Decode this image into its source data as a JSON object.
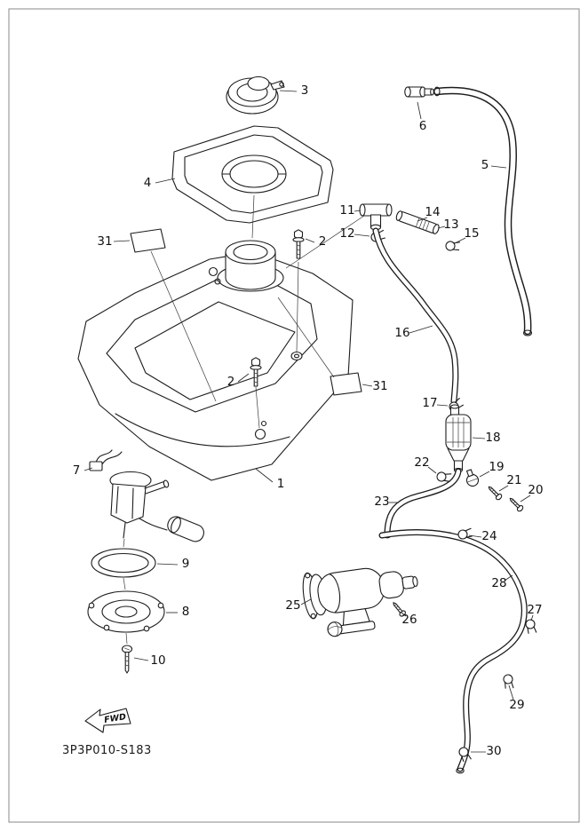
{
  "diagram": {
    "code": "3P3P010-S183",
    "fwd_label": "FWD"
  },
  "callouts": {
    "n1": "1",
    "n2": "2",
    "n3": "3",
    "n4": "4",
    "n5": "5",
    "n6": "6",
    "n7": "7",
    "n8": "8",
    "n9": "9",
    "n10": "10",
    "n11": "11",
    "n12": "12",
    "n13": "13",
    "n14": "14",
    "n15": "15",
    "n16": "16",
    "n17": "17",
    "n18": "18",
    "n19": "19",
    "n20": "20",
    "n21": "21",
    "n22": "22",
    "n23": "23",
    "n24": "24",
    "n25": "25",
    "n26": "26",
    "n27": "27",
    "n28": "28",
    "n29": "29",
    "n30": "30",
    "n31": "31"
  }
}
